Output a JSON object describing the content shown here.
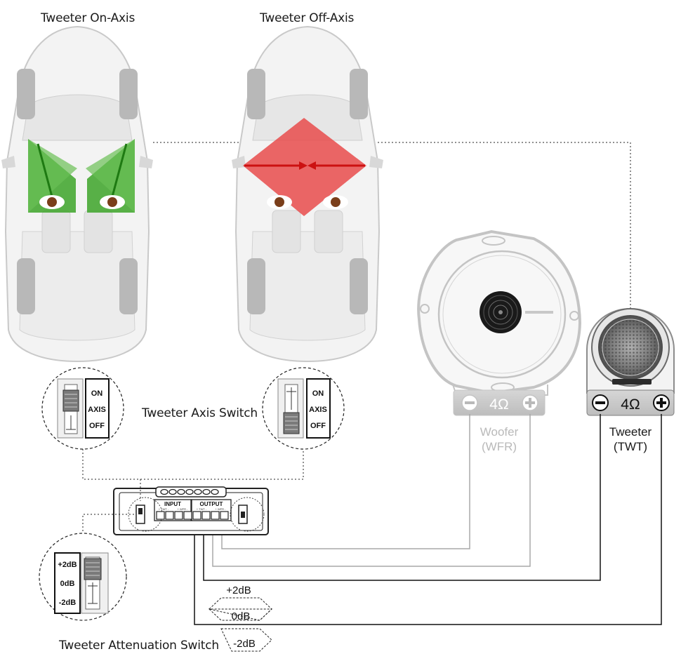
{
  "titles": {
    "on_axis": "Tweeter On-Axis",
    "off_axis": "Tweeter Off-Axis"
  },
  "switch_labels": {
    "axis_switch": "Tweeter Axis Switch",
    "attenuation_switch": "Tweeter Attenuation Switch"
  },
  "axis_switch": {
    "on": "ON",
    "axis": "AXIS",
    "off": "OFF"
  },
  "attenuation": {
    "plus": "+2dB",
    "zero": "0dB",
    "minus": "-2dB"
  },
  "crossover": {
    "input": "INPUT",
    "output": "OUTPUT",
    "twt_small": "+ TWT -",
    "wfr_small": "+ WFR -"
  },
  "woofer": {
    "impedance": "4Ω",
    "name": "Woofer",
    "code": "(WFR)",
    "color": "#b9b9b9"
  },
  "tweeter": {
    "impedance": "4Ω",
    "name": "Tweeter",
    "code": "(TWT)",
    "color": "#8c8c8c"
  },
  "colors": {
    "on_axis_fill": "#3ea52a",
    "off_axis_fill": "#e84b4b",
    "arrow": "#cc1111",
    "wire_dark": "#111111",
    "wire_light": "#a8a8a8"
  }
}
